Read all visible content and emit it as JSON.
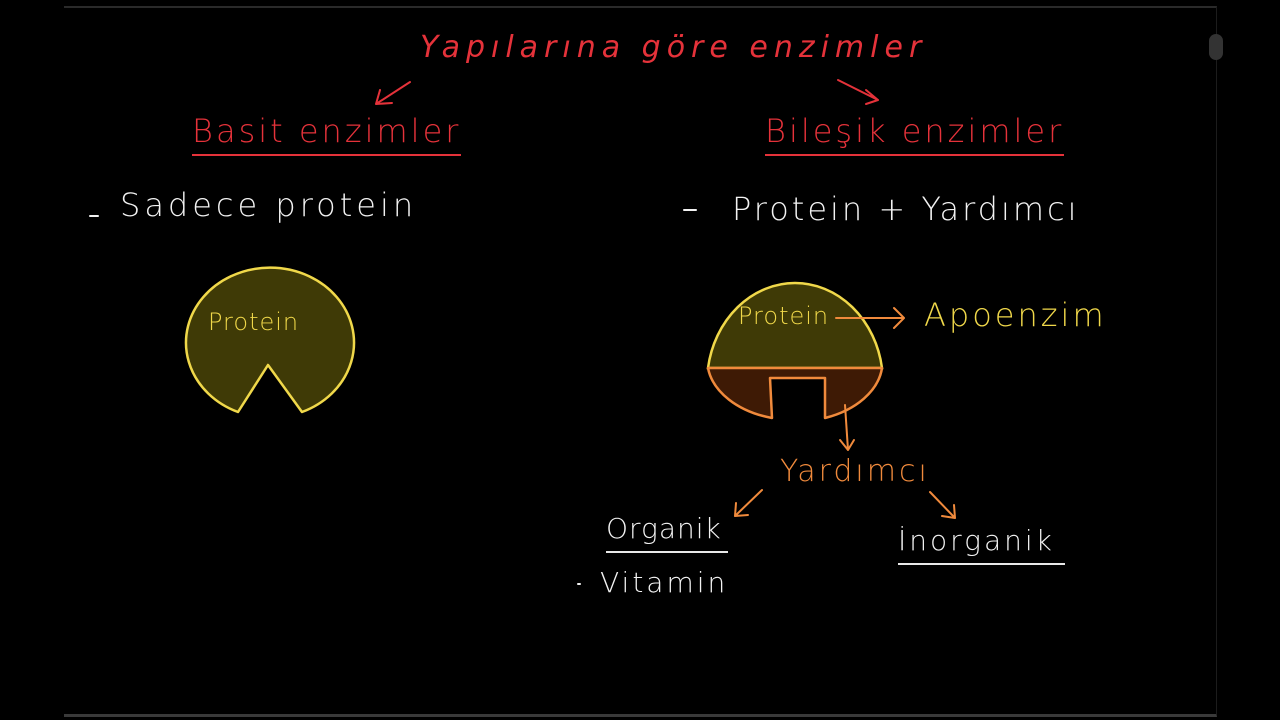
{
  "title": "Yapılarına göre enzimler",
  "left": {
    "heading": "Basit enzimler",
    "bullet": "Sadece protein",
    "shape_label": "Protein"
  },
  "right": {
    "heading": "Bileşik enzimler",
    "bullet": "Protein + Yardımcı",
    "shape_label": "Protein",
    "apoenzim": "Apoenzim",
    "yardimci": "Yardımcı",
    "organik": "Organik",
    "inorganik": "İnorganik",
    "organik_item": "Vitamin"
  },
  "colors": {
    "background": "#000000",
    "heading_red": "#e5323a",
    "chalk_white": "#f2f2f2",
    "protein_fill": "#3f3a06",
    "protein_outline": "#f0d84a",
    "cofactor_fill": "#3e1a05",
    "cofactor_outline": "#f08a3c"
  }
}
